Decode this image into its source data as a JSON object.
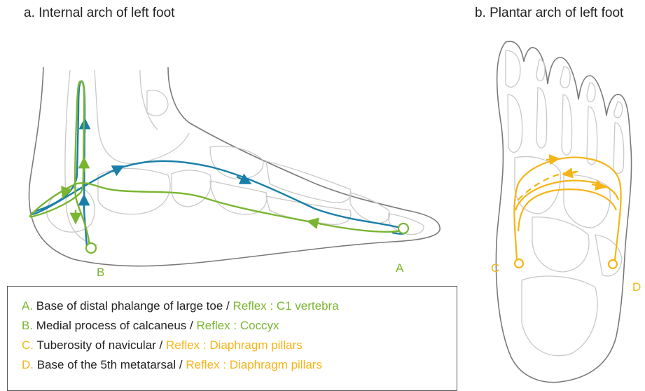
{
  "titles": {
    "internal_arch": "a. Internal arch of left foot",
    "plantar_arch": "b. Plantar arch of left foot"
  },
  "point_labels": {
    "A": "A",
    "B": "B",
    "C": "C",
    "D": "D"
  },
  "legend": [
    {
      "key": "A.",
      "text": " Base of distal phalange of large toe / ",
      "reflex": "Reflex : C1 vertebra",
      "color": "green"
    },
    {
      "key": "B.",
      "text": " Medial process of calcaneus / ",
      "reflex": "Reflex : Coccyx",
      "color": "green"
    },
    {
      "key": "C.",
      "text": " Tuberosity of navicular / ",
      "reflex": "Reflex : Diaphragm pillars",
      "color": "orange"
    },
    {
      "key": "D.",
      "text": " Base of the 5th metatarsal / ",
      "reflex": "Reflex : Diaphragm pillars",
      "color": "orange"
    }
  ],
  "colors": {
    "green": "#7ab531",
    "blue": "#1a7fa8",
    "orange": "#f5b418",
    "outline": "#8a8a8a"
  }
}
